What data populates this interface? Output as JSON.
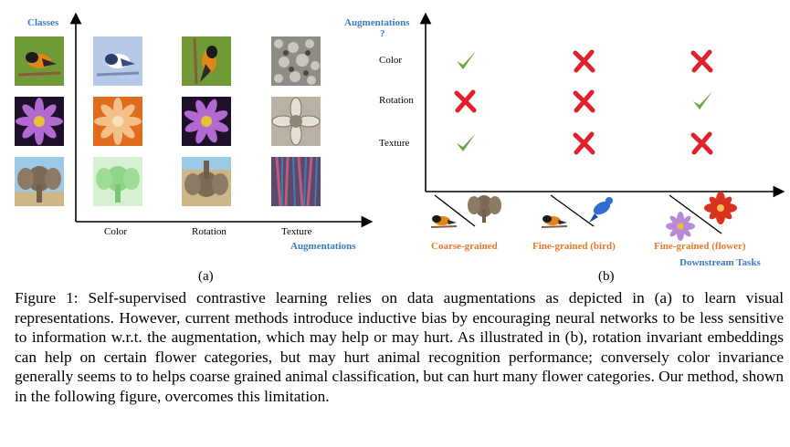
{
  "panel_a": {
    "y_axis_label": "Classes",
    "x_axis_label": "Augmentations",
    "columns": [
      "Color",
      "Rotation",
      "Texture"
    ],
    "sub_label": "(a)"
  },
  "panel_b": {
    "y_axis_label_line1": "Augmentations",
    "y_axis_label_line2": "?",
    "rows": [
      "Color",
      "Rotation",
      "Texture"
    ],
    "x_axis_label": "Downstream Tasks",
    "tasks": [
      "Coarse-grained",
      "Fine-grained (bird)",
      "Fine-grained (flower)"
    ],
    "matrix": [
      [
        "check",
        "cross",
        "cross"
      ],
      [
        "cross",
        "cross",
        "check"
      ],
      [
        "check",
        "cross",
        "cross"
      ]
    ],
    "sub_label": "(b)"
  },
  "colors": {
    "check": "#6aa640",
    "cross": "#e0202a",
    "axis_blue": "#3a7cc2",
    "task_orange": "#e9772b"
  },
  "caption": "Figure 1: Self-supervised contrastive learning relies on data augmentations as depicted in (a) to learn visual representations. However, current methods introduce inductive bias by encouraging neural networks to be less sensitive to information w.r.t. the augmentation, which may help or may hurt. As illustrated in (b), rotation invariant embeddings can help on certain flower categories, but may hurt animal recognition performance; conversely color invariance generally seems to to helps coarse grained animal classification, but can hurt many flower categories. Our method, shown in the following figure, overcomes this limitation."
}
